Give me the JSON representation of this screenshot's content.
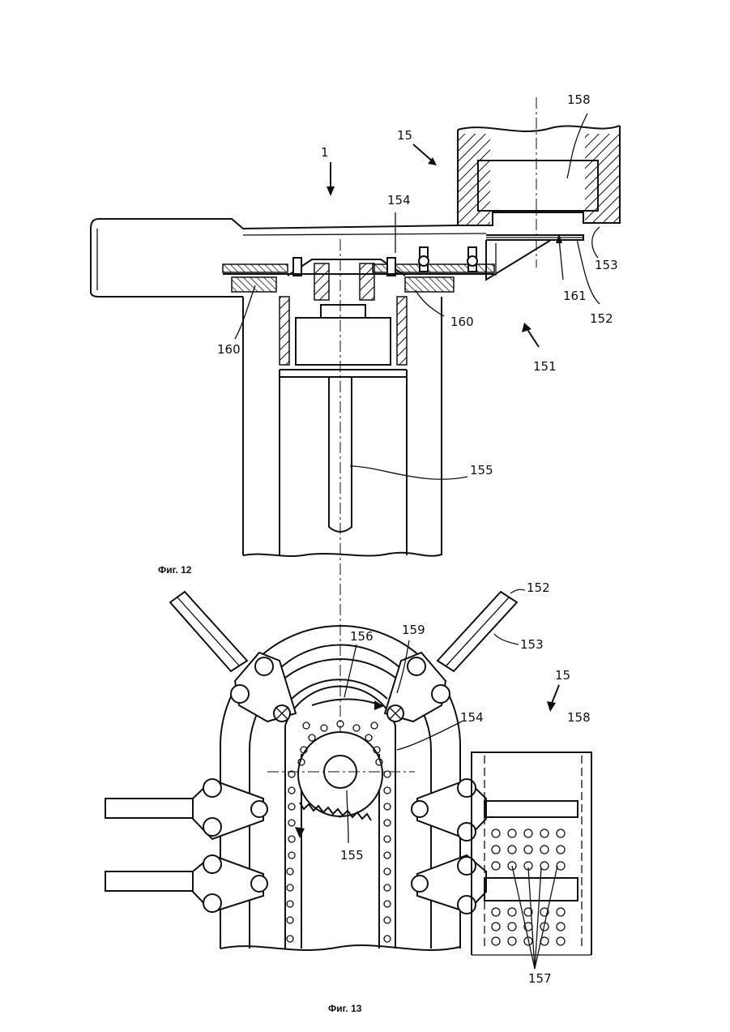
{
  "figures": [
    {
      "caption": "Фиг. 12",
      "labels": {
        "ref_1": "1",
        "ref_15": "15",
        "ref_158": "158",
        "ref_154": "154",
        "ref_153": "153",
        "ref_161": "161",
        "ref_152": "152",
        "ref_160_left": "160",
        "ref_160_right": "160",
        "ref_151": "151",
        "ref_155": "155"
      }
    },
    {
      "caption": "Фиг. 13",
      "labels": {
        "ref_152": "152",
        "ref_153": "153",
        "ref_156": "156",
        "ref_159": "159",
        "ref_15": "15",
        "ref_154": "154",
        "ref_158": "158",
        "ref_155": "155",
        "ref_157": "157"
      }
    }
  ]
}
